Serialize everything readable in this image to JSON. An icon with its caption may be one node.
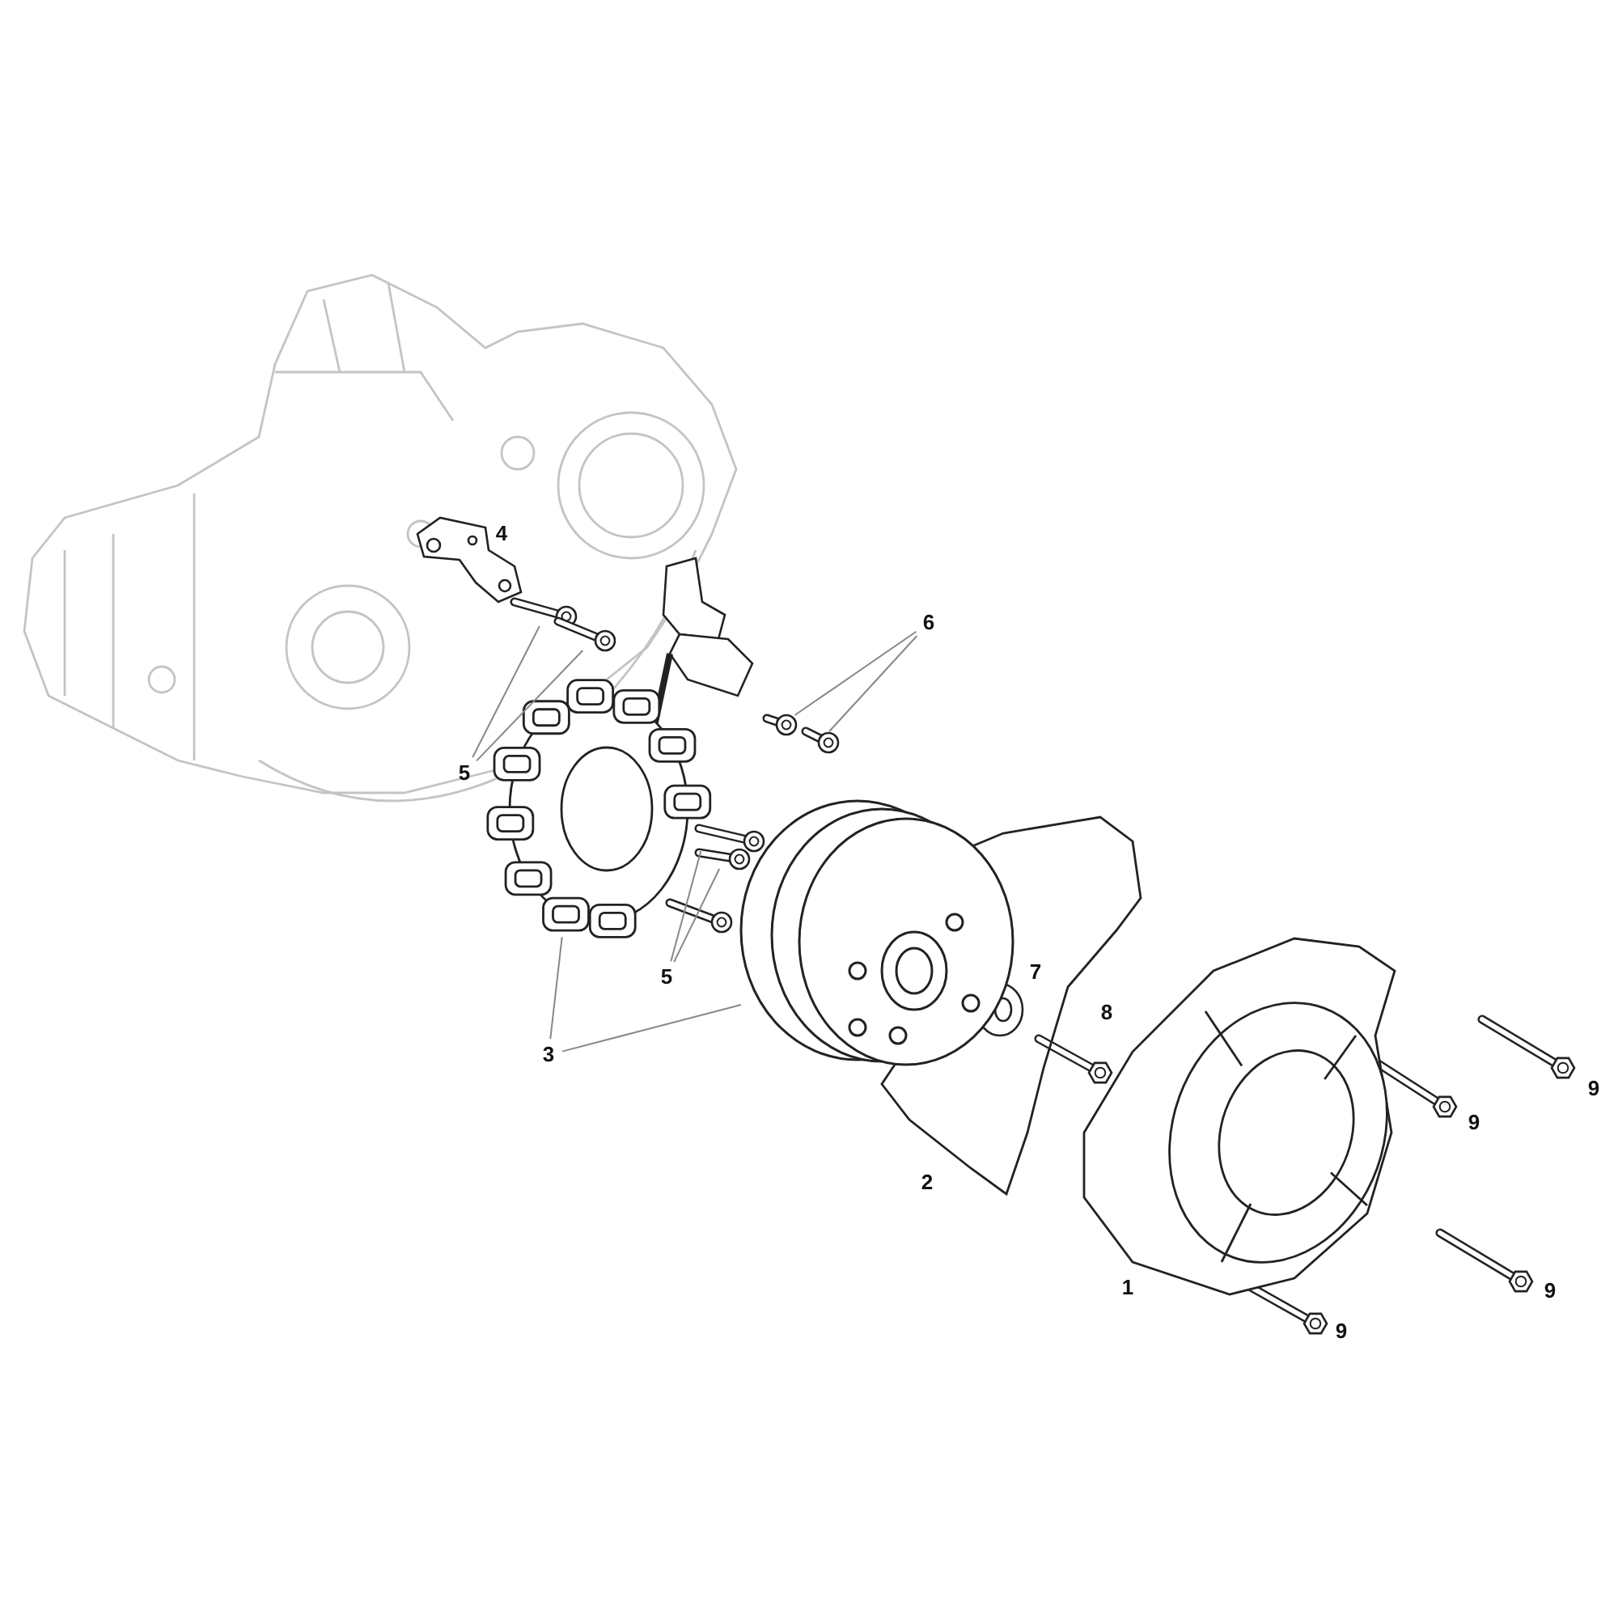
{
  "diagram": {
    "nodes": [
      {
        "text": [
          "5"
        ]
      },
      {
        "text": [
          "6"
        ]
      },
      {
        "text": [
          "5"
        ]
      },
      {
        "text": [
          "3"
        ]
      },
      {
        "text": [],
        "shape": "picture"
      },
      {
        "text": [],
        "shape": "picture"
      },
      {
        "text": [],
        "shape": "picture"
      },
      {
        "text": [],
        "shape": "picture"
      },
      {
        "text": [],
        "shape": "picture"
      },
      {
        "text": [],
        "shape": "picture"
      },
      {
        "text": [],
        "shape": "picture"
      },
      {
        "text": [],
        "shape": "picture"
      }
    ],
    "edges": [
      {
        "from": 0,
        "to": 4,
        "arrow": "none"
      },
      {
        "from": 0,
        "to": 5,
        "arrow": "none"
      },
      {
        "from": 1,
        "to": 6,
        "arrow": "none"
      },
      {
        "from": 1,
        "to": 7,
        "arrow": "none"
      },
      {
        "from": 2,
        "to": 8,
        "arrow": "none"
      },
      {
        "from": 2,
        "to": 9,
        "arrow": "none"
      },
      {
        "from": 3,
        "to": 10,
        "arrow": "none"
      },
      {
        "from": 3,
        "to": 11,
        "arrow": "none"
      }
    ],
    "labels": [
      "4",
      "7",
      "8",
      "9",
      "9",
      "2",
      "1",
      "9",
      "9"
    ]
  }
}
